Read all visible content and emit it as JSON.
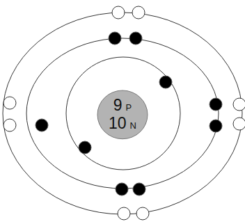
{
  "diagram": {
    "nodes": [
      {
        "text": [
          "9",
          "P",
          "10",
          "N"
        ]
      }
    ]
  }
}
